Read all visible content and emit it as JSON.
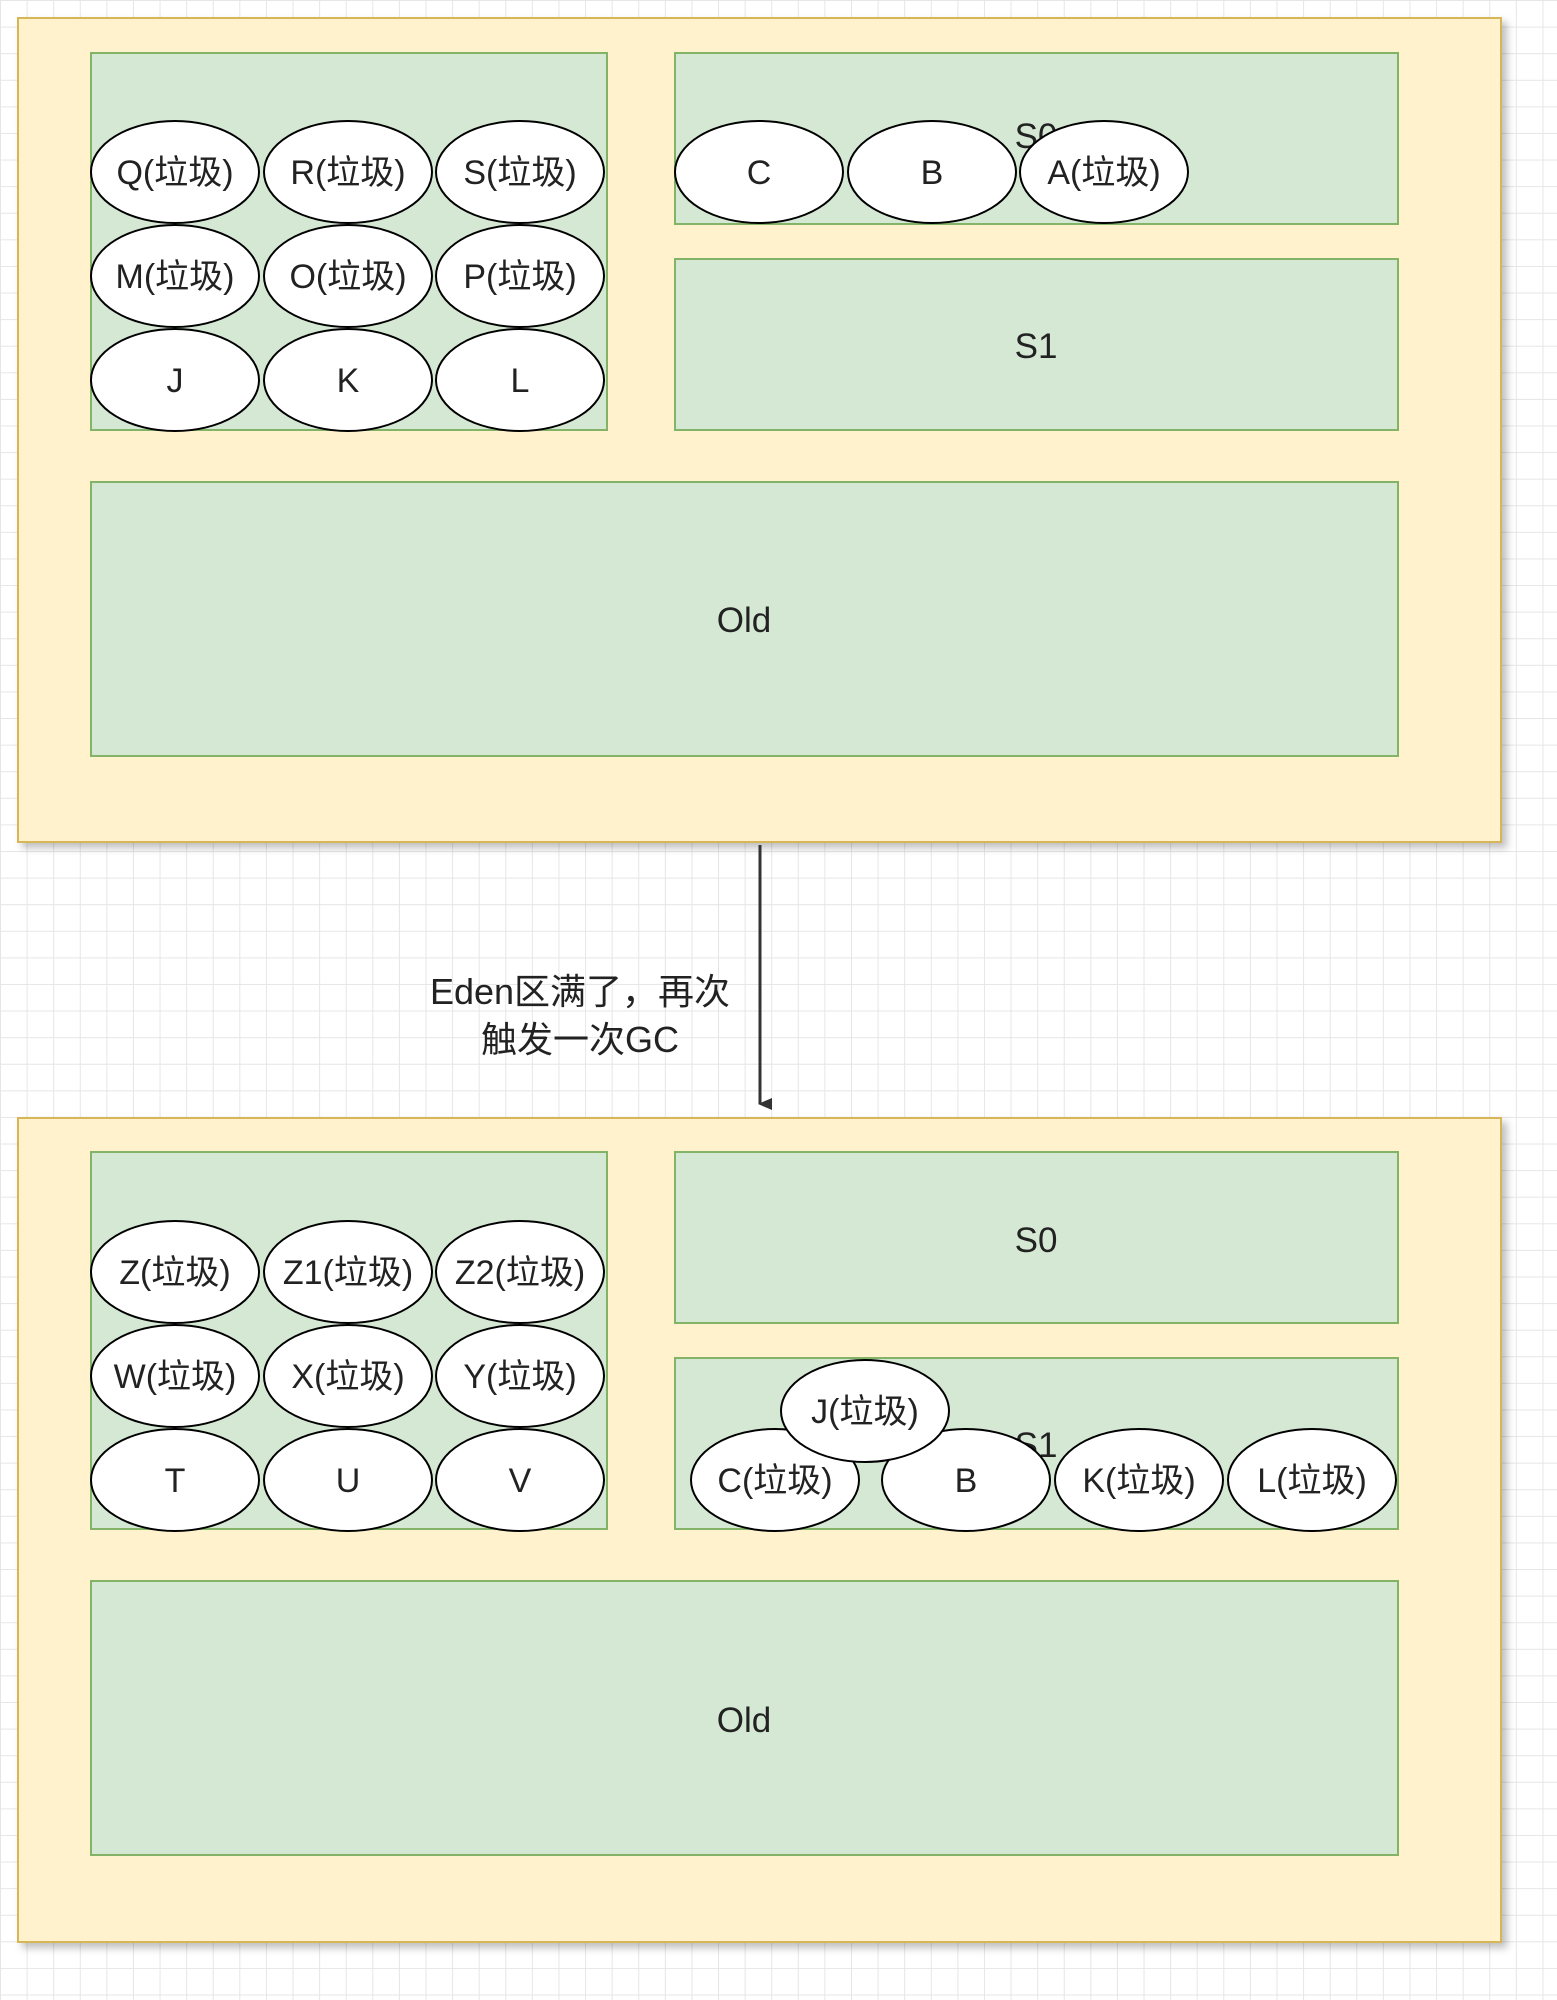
{
  "colors": {
    "heap_fill": "#fff2cc",
    "heap_stroke": "#d6b656",
    "region_fill": "#d5e8d4",
    "region_stroke": "#82b366",
    "object_fill": "#ffffff",
    "object_stroke": "#000000",
    "arrow": "#333333"
  },
  "arrow_label": {
    "line1": "Eden区满了，再次",
    "line2": "触发一次GC"
  },
  "before": {
    "eden_objects": [
      "Q(垃圾)",
      "R(垃圾)",
      "S(垃圾)",
      "M(垃圾)",
      "O(垃圾)",
      "P(垃圾)",
      "J",
      "K",
      "L"
    ],
    "s0_label": "S0",
    "s0_objects": [
      "C",
      "B",
      "A(垃圾)"
    ],
    "s1_label": "S1",
    "old_label": "Old"
  },
  "after": {
    "eden_objects": [
      "Z(垃圾)",
      "Z1(垃圾)",
      "Z2(垃圾)",
      "W(垃圾)",
      "X(垃圾)",
      "Y(垃圾)",
      "T",
      "U",
      "V"
    ],
    "s0_label": "S0",
    "s1_label": "S1",
    "s1_objects": [
      "J(垃圾)",
      "C(垃圾)",
      "B",
      "K(垃圾)",
      "L(垃圾)"
    ],
    "old_label": "Old"
  }
}
